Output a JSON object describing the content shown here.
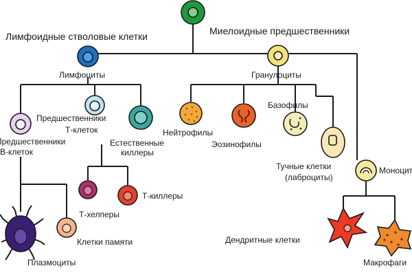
{
  "labels": {
    "lymphoid_stem": "Лимфоидные стволовые клетки",
    "myeloid_precursors": "Миелоидные предшественники",
    "lymphocytes": "Лимфоциты",
    "granulocytes": "Гранулоциты",
    "t_precursors_1": "Предшественники",
    "t_precursors_2": "Т-клеток",
    "b_precursors_1": "Предшественники",
    "b_precursors_2": "В-клеток",
    "nk_1": "Естественные",
    "nk_2": "киллеры",
    "neutrophils": "Нейтрофилы",
    "eosinophils": "Эозинофилы",
    "basophils": "Базофилы",
    "mast_1": "Тучные клетки",
    "mast_2": "(лаброциты)",
    "monocytes": "Моноциты",
    "t_helpers": "Т-хелперы",
    "t_killers": "Т-киллеры",
    "plasmocytes": "Плазмоциты",
    "memory_cells": "Клетки памяти",
    "dendritic": "Дендритные клетки",
    "macrophages": "Макрофаги"
  },
  "colors": {
    "stem": "#1f9a3a",
    "lymphocyte": "#1e6fc0",
    "granulocyte": "#f4e27a",
    "b_precursor": "#e9d2f0",
    "t_precursor": "#bfe3f2",
    "nk": "#3aa8a0",
    "neutrophil": "#f3a93a",
    "eosinophil": "#e8632a",
    "basophil": "#f6ecb8",
    "mast": "#f6e7b5",
    "monocyte": "#f6ea9e",
    "t_helper": "#b0306e",
    "t_killer": "#e8402e",
    "plasmocyte": "#3a1f72",
    "memory": "#f5b48a",
    "dendritic": "#ee3a24",
    "macrophage": "#f08a2e"
  }
}
